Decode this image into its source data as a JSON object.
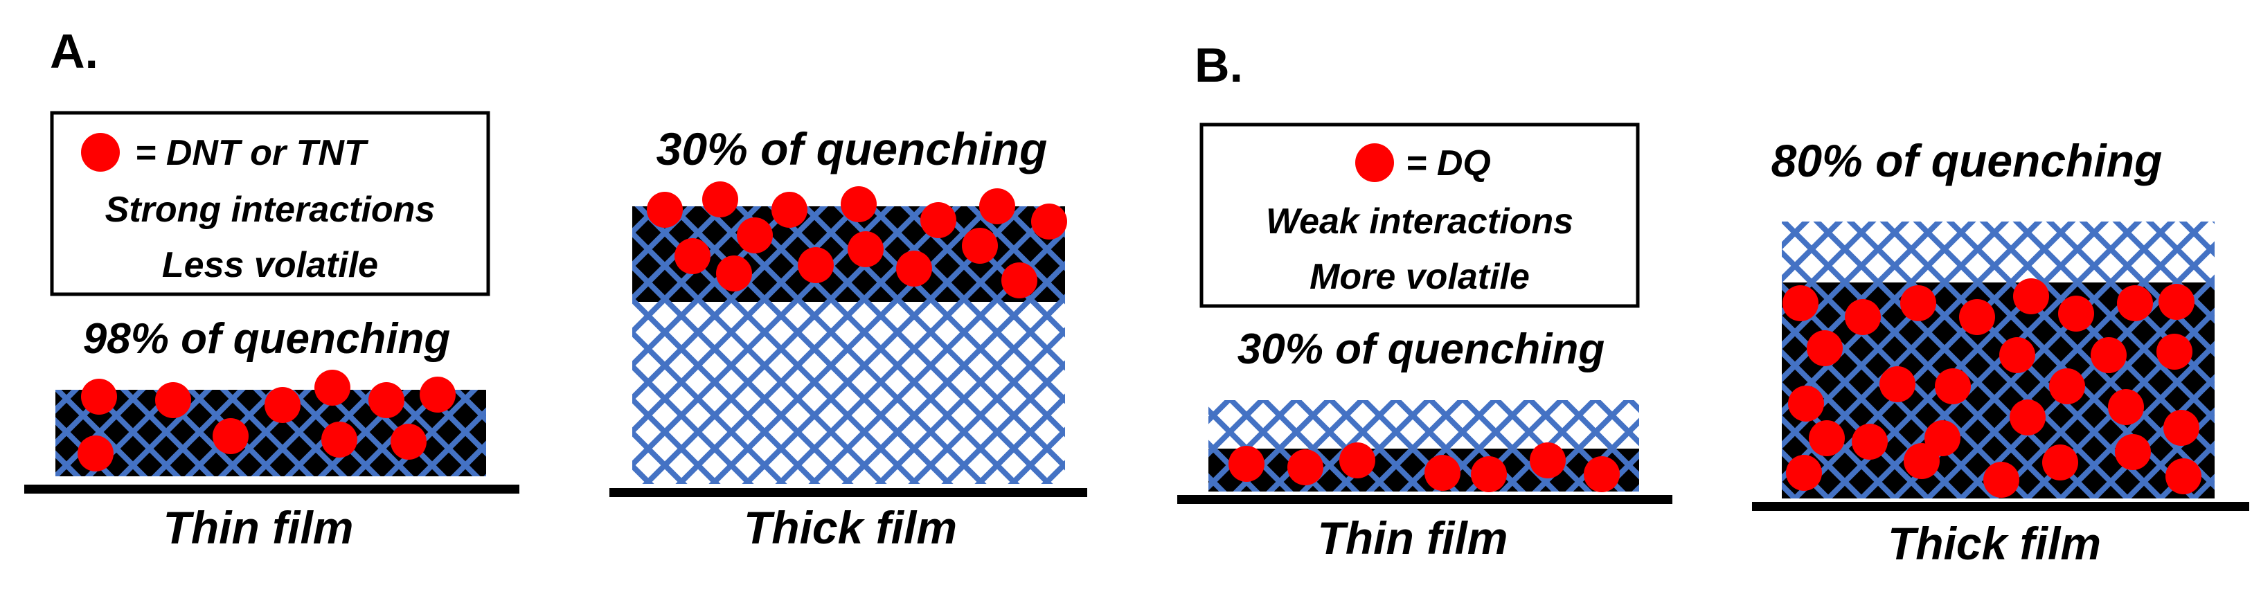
{
  "panels": {
    "a": {
      "letter": "A.",
      "legend": {
        "marker_label": "= DNT or TNT",
        "line2": "Strong interactions",
        "line3": "Less volatile"
      },
      "thin_film": {
        "quench_label": "98% of quenching",
        "caption": "Thin film"
      },
      "thick_film": {
        "quench_label": "30% of quenching",
        "caption": "Thick film"
      }
    },
    "b": {
      "letter": "B.",
      "legend": {
        "marker_label": "= DQ",
        "line2": "Weak interactions",
        "line3": "More volatile"
      },
      "thin_film": {
        "quench_label": "30% of quenching",
        "caption": "Thin film"
      },
      "thick_film": {
        "quench_label": "80% of quenching",
        "caption": "Thick film"
      }
    }
  },
  "colors": {
    "mesh": "#4472c4",
    "analyte": "#ff0000",
    "filled_region": "#000000",
    "substrate": "#000000"
  }
}
